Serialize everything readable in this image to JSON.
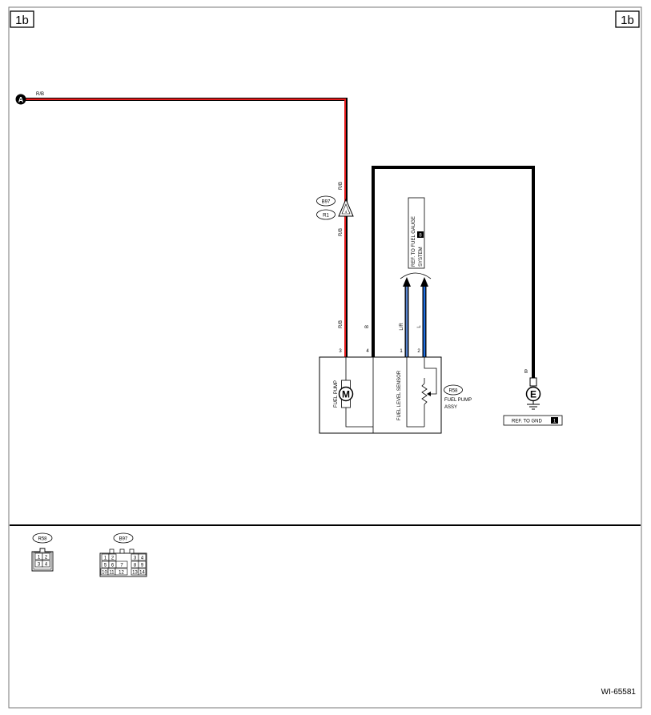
{
  "page": {
    "left": "1b",
    "right": "1b"
  },
  "figure_id": "WI-65581",
  "connection_point": "A",
  "wires": {
    "rb_top": "R/B",
    "rb_upper": "R/B",
    "rb_mid": "R/B",
    "rb_lower": "R/B",
    "b_pump": "B",
    "lr": "L/R",
    "l": "L",
    "b_ground": "B"
  },
  "connector_badges": {
    "upper": "B97",
    "lower": "R1"
  },
  "junction_pin": "4",
  "pins": [
    "3",
    "4",
    "1",
    "2"
  ],
  "fuel_pump_label": "FUEL PUMP",
  "motor_symbol": "M",
  "fuel_level_sensor_label": "FUEL LEVEL SENSOR",
  "assy": {
    "badge": "R58",
    "name": "FUEL PUMP",
    "name2": "ASSY"
  },
  "ref_fuel_gauge": {
    "line1": "REF. TO FUEL GAUGE",
    "line2": "SYSTEM",
    "page": "8"
  },
  "ground": {
    "symbol": "E",
    "ref": "REF. TO GND",
    "ref_page": "1"
  },
  "connectors": [
    {
      "id": "R58",
      "pins": [
        "1",
        "2",
        "3",
        "4"
      ]
    },
    {
      "id": "B97",
      "pins": [
        "1",
        "2",
        "3",
        "4",
        "5",
        "6",
        "7",
        "8",
        "9",
        "10",
        "11",
        "12",
        "13",
        "14"
      ]
    }
  ]
}
